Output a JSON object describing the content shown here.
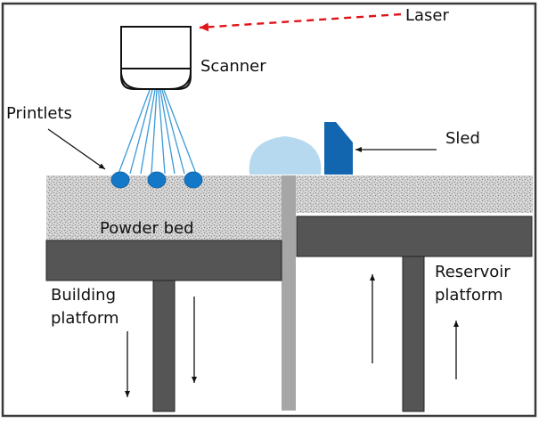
{
  "diagram": {
    "title": "Selective laser sintering process schematic",
    "labels": {
      "laser": "Laser",
      "scanner": "Scanner",
      "printlets": "Printlets",
      "sled": "Sled",
      "powder_bed": "Powder bed",
      "building_platform_line1": "Building",
      "building_platform_line2": "platform",
      "reservoir_platform_line1": "Reservoir",
      "reservoir_platform_line2": "platform"
    },
    "colors": {
      "laser_arrow": "#e0141b",
      "laser_beams": "#3a9ad9",
      "printlet": "#1478c8",
      "powder_mound": "#b7d9ef",
      "sled": "#1266b0",
      "platform": "#555555",
      "divider": "#a6a6a6",
      "powder": "#c8c8c8"
    },
    "printlet_count": 3,
    "beam_count": 8
  }
}
